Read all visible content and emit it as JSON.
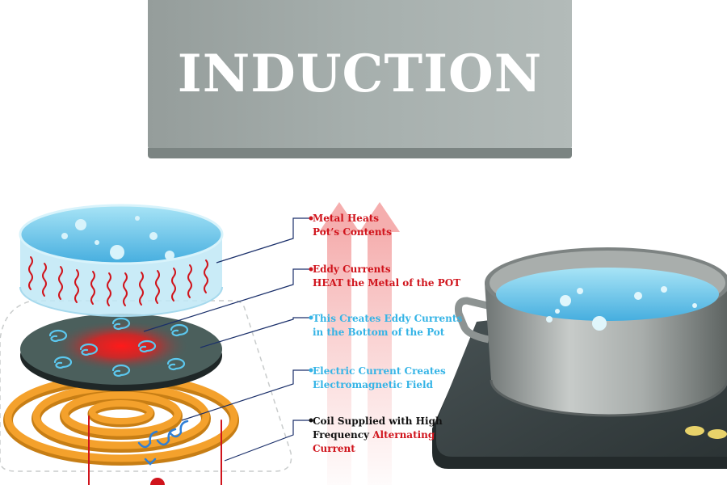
{
  "title": "INDUCTION",
  "labels": {
    "metal_heats": {
      "line1": "Metal Heats",
      "line2": "Pot’s Contents"
    },
    "eddy_heat": {
      "line1": "Eddy Currents",
      "line2": "HEAT the Metal  of the POT"
    },
    "eddy_create": {
      "line1": "This Creates Eddy Currents",
      "line2": "in the Bottom of the Pot"
    },
    "electric": {
      "line1": "Electric Current Creates",
      "line2": "Electromagnetic Field"
    },
    "coil": {
      "line1": "Coil Supplied with High",
      "line2a": "Frequency ",
      "line2b": "Alternating",
      "line3": "Current"
    }
  },
  "colors": {
    "red": "#d0141c",
    "blue": "#35b4e6",
    "coil_orange": "#f4a12c",
    "banner_gray": "#a6afad",
    "cooktop": "#3a4345"
  }
}
